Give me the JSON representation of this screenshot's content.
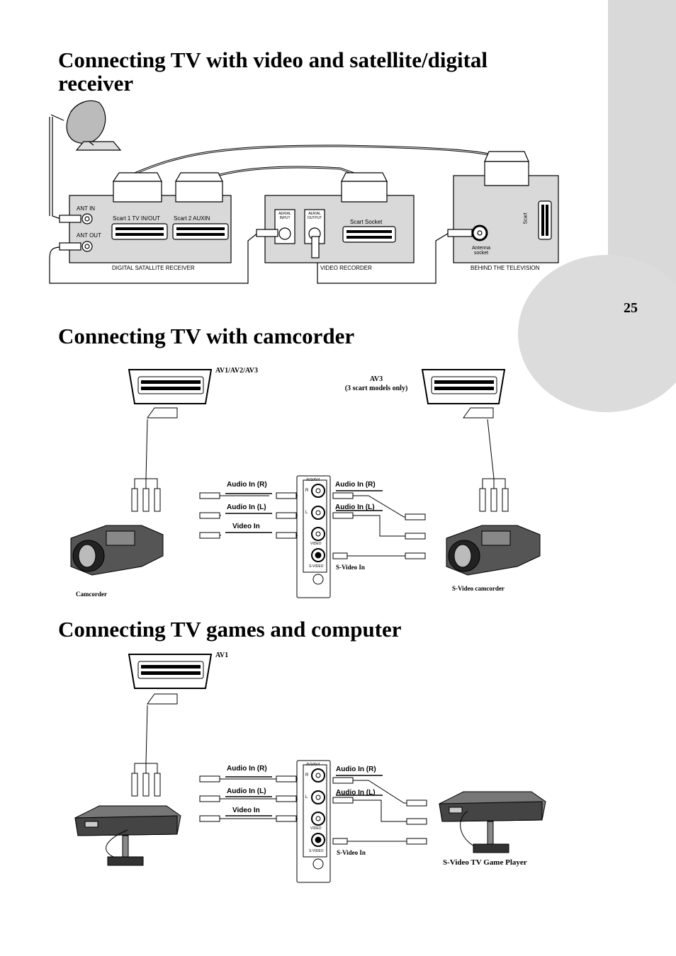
{
  "page_number": "25",
  "section1": {
    "title": "Connecting TV with video and satellite/digital receiver",
    "labels": {
      "ant_in": "ANT IN",
      "ant_out": "ANT OUT",
      "scart1": "Scart 1 TV IN/OUT",
      "scart2": "Scart 2 AUXIN",
      "receiver": "DIGITAL SATALLITE RECEIVER",
      "aerial_input": "AERIAL INPUT",
      "aerial_output": "AERIAL OUTPUT",
      "scart_socket": "Scart Socket",
      "video_recorder": "VIDEO RECORDER",
      "antenna_socket": "Antenna socket",
      "scart": "Scart",
      "behind_tv": "BEHIND THE TELEVISION"
    }
  },
  "section2": {
    "title": "Connecting TV with camcorder",
    "av_left": "AV1/AV2/AV3",
    "av_right_line1": "AV3",
    "av_right_line2": "(3 scart models only)",
    "audio_r": "Audio In (R)",
    "audio_l": "Audio In (L)",
    "video_in": "Video In",
    "svideo_in": "S-Video In",
    "camcorder": "Camcorder",
    "svideo_camcorder": "S-Video camcorder",
    "panel": {
      "top": "AV3/AV4",
      "r": "R",
      "l": "L",
      "video": "VIDEO",
      "svideo": "S-VIDEO"
    }
  },
  "section3": {
    "title": "Connecting TV games and computer",
    "av": "AV1",
    "audio_r": "Audio In (R)",
    "audio_l": "Audio In (L)",
    "video_in": "Video In",
    "svideo_in": "S-Video In",
    "game_player": "S-Video TV Game Player",
    "panel": {
      "top": "AV3/AV4",
      "r": "R",
      "l": "L",
      "video": "VIDEO",
      "svideo": "S-VIDEO"
    }
  }
}
